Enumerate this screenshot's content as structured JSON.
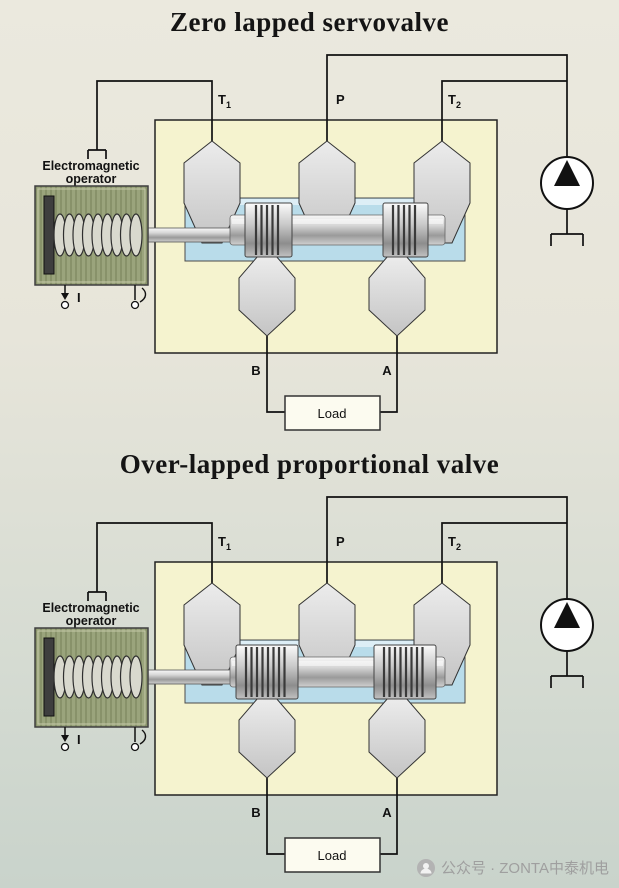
{
  "diagrams": [
    {
      "title": "Zero lapped servovalve",
      "operator_line1": "Electromagnetic",
      "operator_line2": "operator",
      "ports": {
        "t1_main": "T",
        "t1_sub": "1",
        "p": "P",
        "t2_main": "T",
        "t2_sub": "2",
        "b": "B",
        "a": "A"
      },
      "load": "Load",
      "current": "I"
    },
    {
      "title": "Over-lapped proportional valve",
      "operator_line1": "Electromagnetic",
      "operator_line2": "operator",
      "ports": {
        "t1_main": "T",
        "t1_sub": "1",
        "p": "P",
        "t2_main": "T",
        "t2_sub": "2",
        "b": "B",
        "a": "A"
      },
      "load": "Load",
      "current": "I"
    }
  ],
  "watermark": {
    "icon": "official-account-icon",
    "text": "公众号 · ZONTA中泰机电"
  },
  "colors": {
    "body_fill": "#f5f3cf",
    "fluid_fill": "#b9dcea",
    "fluid_highlight": "#ddeef6",
    "operator_fill": "#9aa47c",
    "load_fill": "#fcfbf0",
    "line": "#111111"
  }
}
